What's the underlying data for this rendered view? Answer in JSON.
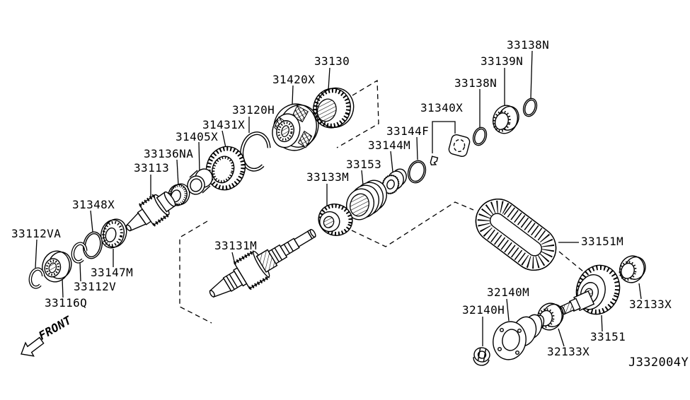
{
  "diagram": {
    "code": "J332004Y",
    "front_indicator": "FRONT",
    "labels": [
      {
        "text": "33130"
      },
      {
        "text": "31420X"
      },
      {
        "text": "33120H"
      },
      {
        "text": "31431X"
      },
      {
        "text": "31405X"
      },
      {
        "text": "33136NA"
      },
      {
        "text": "33113"
      },
      {
        "text": "31348X"
      },
      {
        "text": "33112VA"
      },
      {
        "text": "33147M"
      },
      {
        "text": "33112V"
      },
      {
        "text": "33116Q"
      },
      {
        "text": "33131M"
      },
      {
        "text": "33133M"
      },
      {
        "text": "33153"
      },
      {
        "text": "33144M"
      },
      {
        "text": "33144F"
      },
      {
        "text": "31340X"
      },
      {
        "text": "33138N"
      },
      {
        "text": "33139N"
      },
      {
        "text": "33138N"
      },
      {
        "text": "33151M"
      },
      {
        "text": "32133X"
      },
      {
        "text": "33151"
      },
      {
        "text": "32133X"
      },
      {
        "text": "32140M"
      },
      {
        "text": "32140H"
      }
    ],
    "colors": {
      "line": "#000000",
      "background": "#ffffff"
    }
  }
}
